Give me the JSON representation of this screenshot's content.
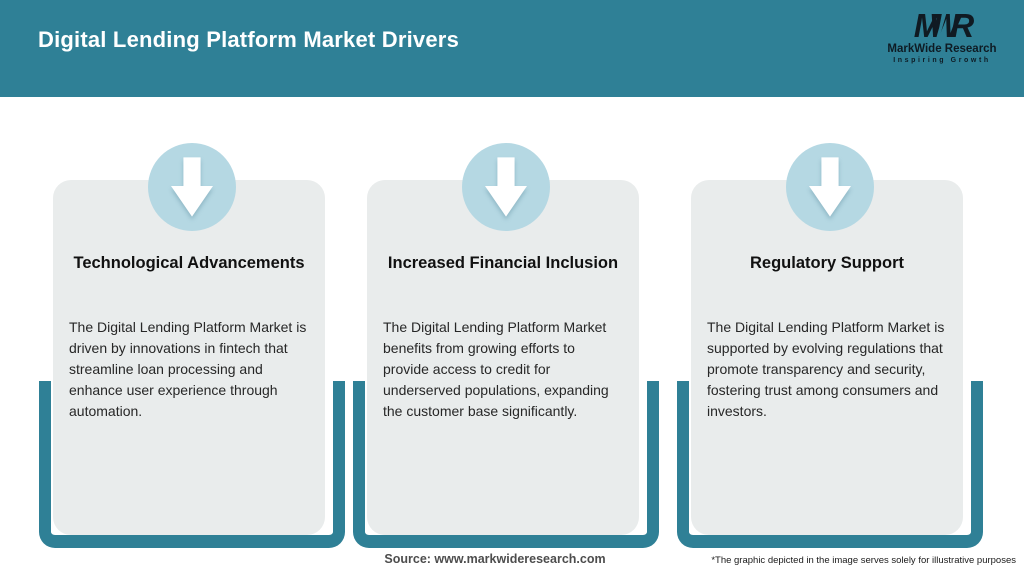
{
  "header": {
    "title": "Digital Lending Platform Market Drivers",
    "logo": {
      "monogram_letters": [
        "M",
        "W",
        "R"
      ],
      "name": "MarkWide Research",
      "tagline": "Inspiring Growth"
    }
  },
  "cards": [
    {
      "icon": "down-arrow",
      "title": "Technological Advancements",
      "body": "The Digital Lending Platform Market is driven by innovations in fintech that streamline loan processing and enhance user experience through automation."
    },
    {
      "icon": "down-arrow",
      "title": "Increased Financial Inclusion",
      "body": "The Digital Lending Platform Market benefits from growing efforts to provide access to credit for underserved populations, expanding the customer base significantly."
    },
    {
      "icon": "down-arrow",
      "title": "Regulatory Support",
      "body": "The Digital Lending Platform Market is supported by evolving regulations that promote transparency and security, fostering trust among consumers and investors."
    }
  ],
  "footer": {
    "source": "Source: www.markwideresearch.com",
    "disclaimer": "*The graphic depicted in the image serves solely for illustrative purposes"
  },
  "colors": {
    "teal": "#2F8096",
    "light_blue": "#B5D8E3",
    "card_gray": "#E9ECEC"
  }
}
